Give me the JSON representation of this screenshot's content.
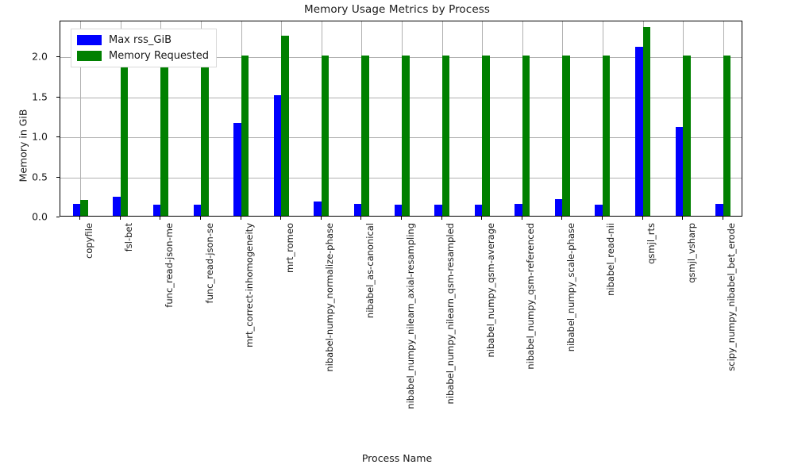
{
  "chart_data": {
    "type": "bar",
    "title": "Memory Usage Metrics by Process",
    "xlabel": "Process Name",
    "ylabel": "Memory in GiB",
    "ylim": [
      0,
      2.45
    ],
    "yticks": [
      "0.0",
      "0.5",
      "1.0",
      "1.5",
      "2.0"
    ],
    "ytick_values": [
      0.0,
      0.5,
      1.0,
      1.5,
      2.0
    ],
    "grid": true,
    "legend_position": "upper left",
    "categories": [
      "copyfile",
      "fsl-bet",
      "func_read-json-me",
      "func_read-json-se",
      "mrt_correct-inhomogeneity",
      "mrt_romeo",
      "nibabel-numpy_normalize-phase",
      "nibabel_as-canonical",
      "nibabel_numpy_nilearn_axial-resampling",
      "nibabel_numpy_nilearn_qsm-resampled",
      "nibabel_numpy_qsm-average",
      "nibabel_numpy_qsm-referenced",
      "nibabel_numpy_scale-phase",
      "nibabel_read-nii",
      "qsmjl_rts",
      "qsmjl_vsharp",
      "scipy_numpy_nibabel_bet_erode"
    ],
    "series": [
      {
        "name": "Max rss_GiB",
        "color": "#0000ff",
        "values": [
          0.15,
          0.24,
          0.14,
          0.14,
          1.16,
          1.51,
          0.18,
          0.15,
          0.14,
          0.14,
          0.14,
          0.15,
          0.21,
          0.14,
          2.11,
          1.11,
          0.15
        ]
      },
      {
        "name": "Memory Requested",
        "color": "#008000",
        "values": [
          0.2,
          2.0,
          2.0,
          2.0,
          2.0,
          2.25,
          2.0,
          2.0,
          2.0,
          2.0,
          2.0,
          2.0,
          2.0,
          2.0,
          2.36,
          2.0,
          2.0
        ]
      }
    ]
  },
  "legend": {
    "items": [
      {
        "label": "Max rss_GiB",
        "color": "#0000ff"
      },
      {
        "label": "Memory Requested",
        "color": "#008000"
      }
    ]
  }
}
